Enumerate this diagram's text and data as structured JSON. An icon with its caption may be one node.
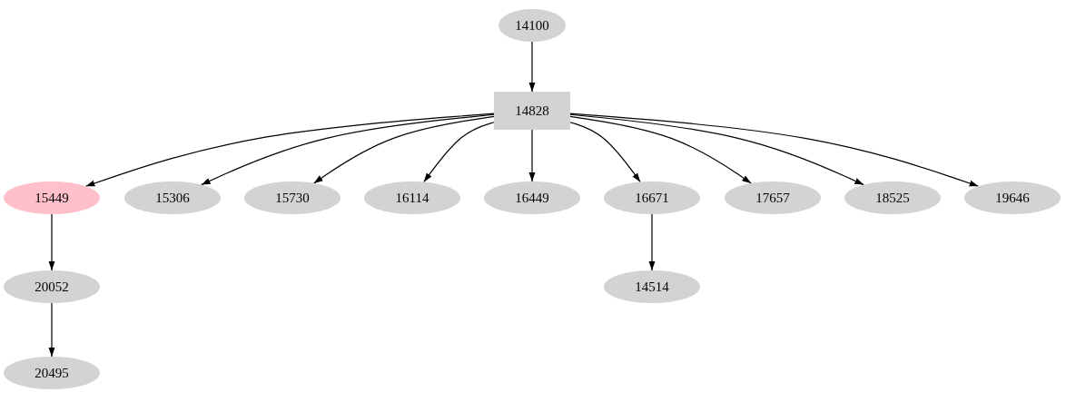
{
  "diagram": {
    "nodes": [
      {
        "text": [
          "14100"
        ]
      },
      {
        "text": [
          "14828"
        ]
      },
      {
        "text": [
          "15449"
        ]
      },
      {
        "text": [
          "15306"
        ]
      },
      {
        "text": [
          "15730"
        ]
      },
      {
        "text": [
          "16114"
        ]
      },
      {
        "text": [
          "16449"
        ]
      },
      {
        "text": [
          "16671"
        ]
      },
      {
        "text": [
          "17657"
        ]
      },
      {
        "text": [
          "18525"
        ]
      },
      {
        "text": [
          "19646"
        ]
      },
      {
        "text": [
          "20052"
        ]
      },
      {
        "text": [
          "14514"
        ]
      },
      {
        "text": [
          "20495"
        ]
      }
    ],
    "edges": [
      {
        "from": 0,
        "to": 1,
        "arrow": "to"
      },
      {
        "from": 1,
        "to": 2,
        "arrow": "to"
      },
      {
        "from": 1,
        "to": 3,
        "arrow": "to"
      },
      {
        "from": 1,
        "to": 4,
        "arrow": "to"
      },
      {
        "from": 1,
        "to": 5,
        "arrow": "to"
      },
      {
        "from": 1,
        "to": 6,
        "arrow": "to"
      },
      {
        "from": 1,
        "to": 7,
        "arrow": "to"
      },
      {
        "from": 1,
        "to": 8,
        "arrow": "to"
      },
      {
        "from": 1,
        "to": 9,
        "arrow": "to"
      },
      {
        "from": 1,
        "to": 10,
        "arrow": "to"
      },
      {
        "from": 2,
        "to": 11,
        "arrow": "to"
      },
      {
        "from": 7,
        "to": 12,
        "arrow": "to"
      },
      {
        "from": 11,
        "to": 13,
        "arrow": "to"
      }
    ]
  }
}
